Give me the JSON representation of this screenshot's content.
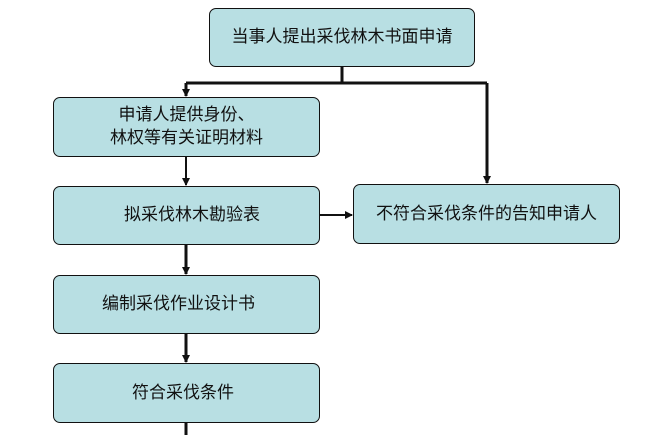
{
  "flowchart": {
    "nodes": [
      {
        "id": "b1",
        "lines": [
          "当事人提出采伐林木书面申请"
        ]
      },
      {
        "id": "b2",
        "lines": [
          "申请人提供身份、",
          "林权等有关证明材料"
        ]
      },
      {
        "id": "b3",
        "lines": [
          "拟采伐林木勘验表"
        ]
      },
      {
        "id": "b4",
        "lines": [
          "不符合采伐条件的告知申请人"
        ]
      },
      {
        "id": "b5",
        "lines": [
          "编制采伐作业设计书"
        ]
      },
      {
        "id": "b6",
        "lines": [
          "符合采伐条件"
        ]
      }
    ],
    "edges": [
      {
        "from": "b1",
        "to": "b2"
      },
      {
        "from": "b1",
        "to": "b4"
      },
      {
        "from": "b2",
        "to": "b3"
      },
      {
        "from": "b3",
        "to": "b4"
      },
      {
        "from": "b3",
        "to": "b5"
      },
      {
        "from": "b5",
        "to": "b6"
      },
      {
        "from": "b6",
        "to": "continues-below"
      }
    ],
    "colors": {
      "box_fill": "#b8dfe3",
      "stroke": "#111111"
    }
  }
}
